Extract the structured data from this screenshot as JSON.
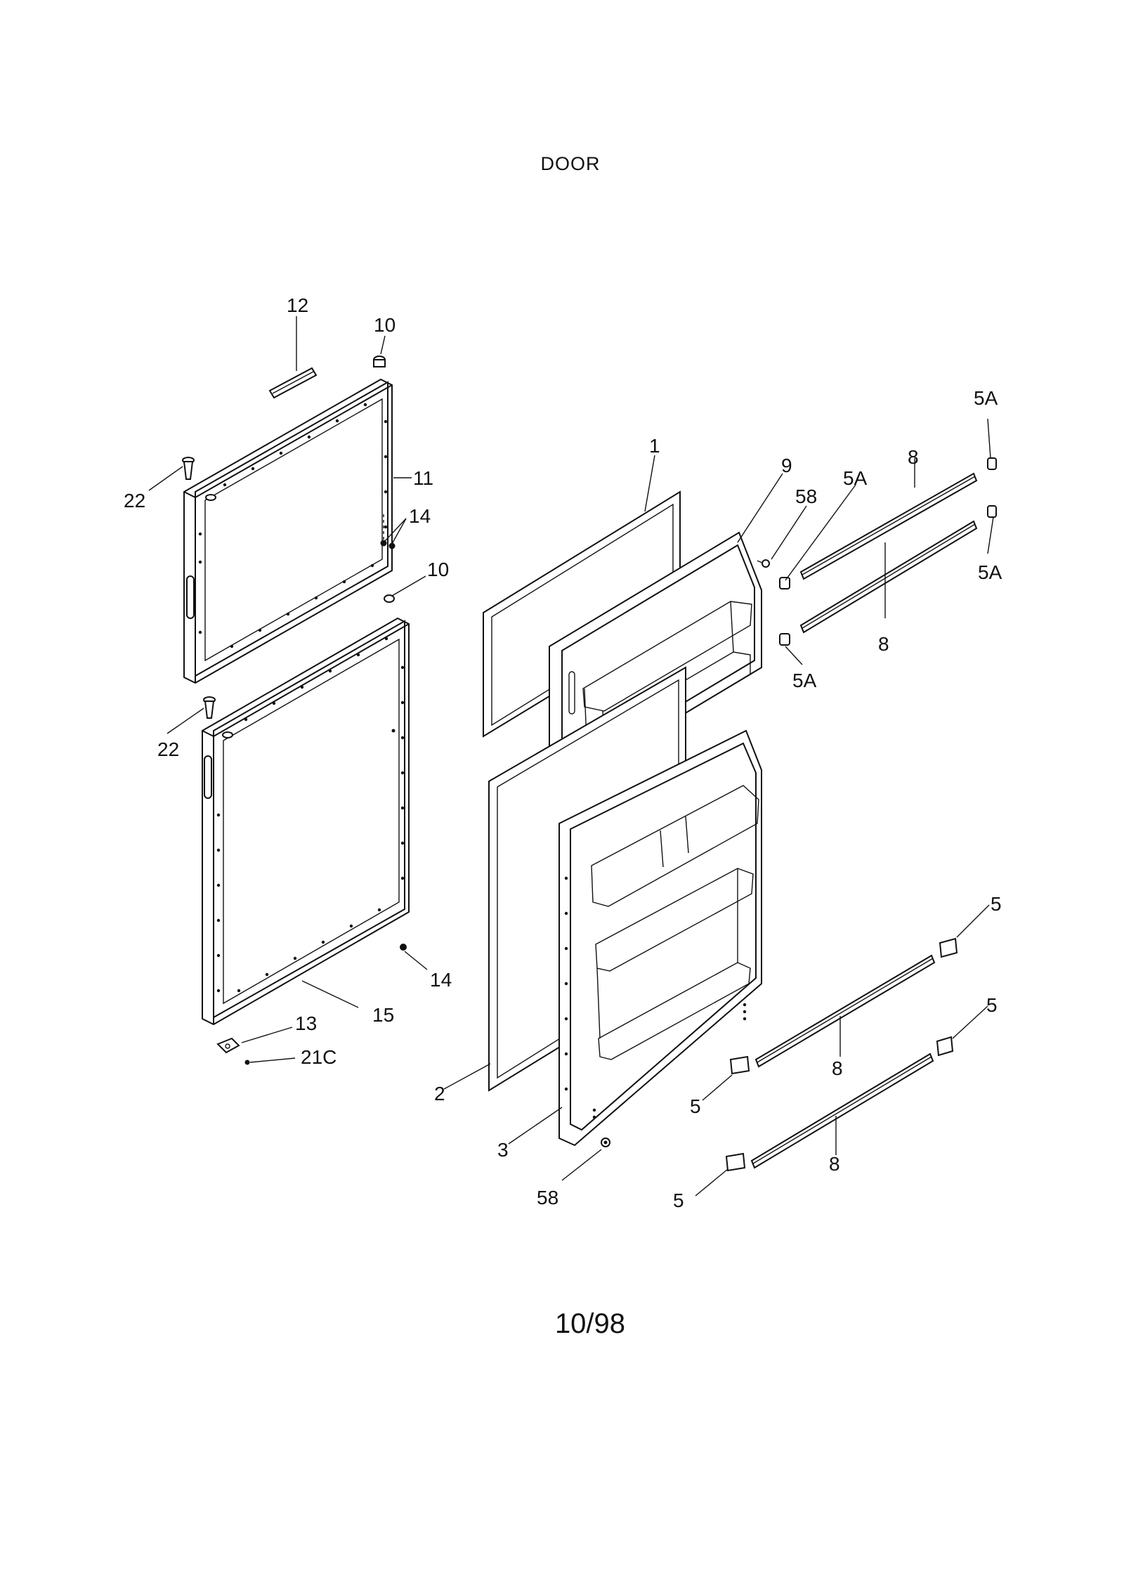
{
  "title": "DOOR",
  "date_code": "10/98",
  "callouts": {
    "c1": "1",
    "c2": "2",
    "c3": "3",
    "c5a": "5",
    "c5b": "5",
    "c5c": "5",
    "c5d": "5",
    "c5Aa": "5A",
    "c5Ab": "5A",
    "c5Ac": "5A",
    "c5Ad": "5A",
    "c8a": "8",
    "c8b": "8",
    "c8c": "8",
    "c8d": "8",
    "c9": "9",
    "c10a": "10",
    "c10b": "10",
    "c11": "11",
    "c12": "12",
    "c13": "13",
    "c14a": "14",
    "c14b": "14",
    "c15": "15",
    "c21C": "21C",
    "c22a": "22",
    "c22b": "22",
    "c58a": "58",
    "c58b": "58"
  }
}
